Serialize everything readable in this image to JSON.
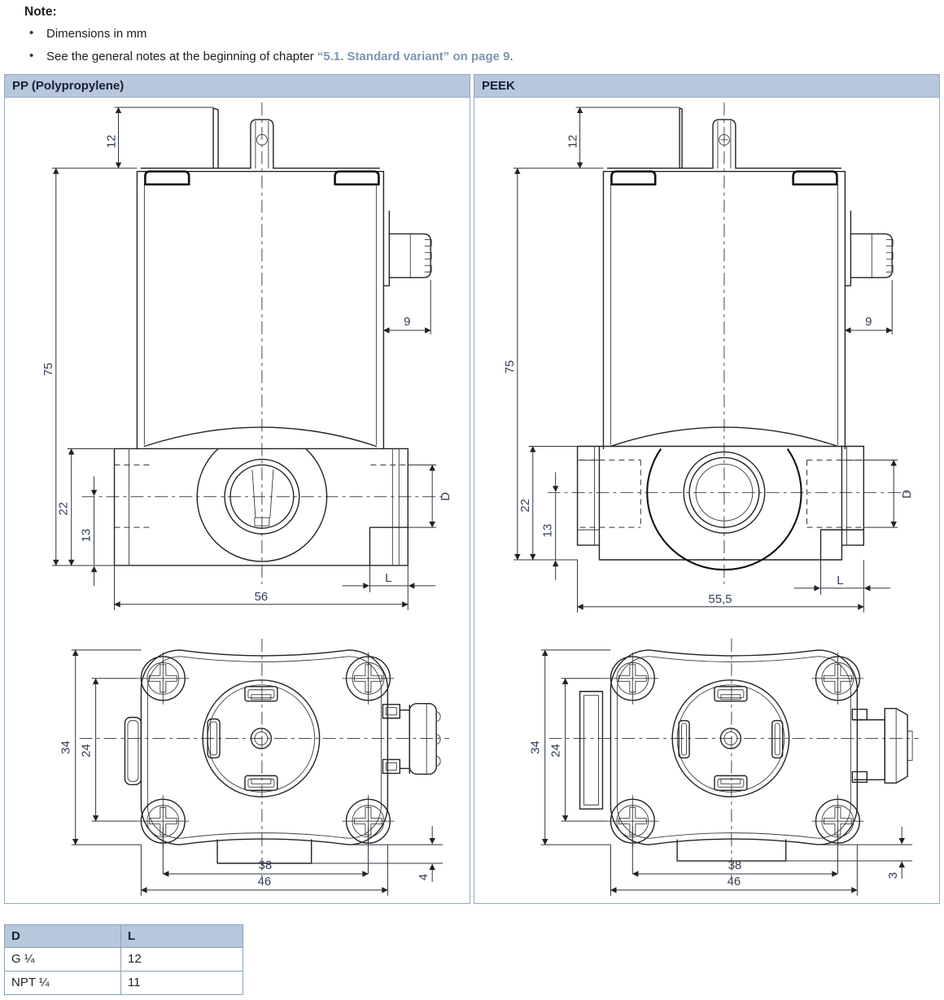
{
  "note": {
    "title": "Note:",
    "bullets": [
      {
        "text": "Dimensions in mm"
      },
      {
        "prefix": "See the general notes at the beginning of chapter ",
        "link": "“5.1. Standard variant” on page 9",
        "suffix": "."
      }
    ]
  },
  "panels": {
    "left_header": "PP (Polypropylene)",
    "right_header": "PEEK"
  },
  "drawings": {
    "pp": {
      "side": {
        "tab_height": "12",
        "overall_height": "75",
        "lower_body_height": "22",
        "center_to_bottom": "13",
        "connector_width": "9",
        "port_diameter": "D",
        "thread_length": "L",
        "overall_width": "56"
      },
      "bottom": {
        "body_height": "34",
        "screw_spacing_vertical": "24",
        "screw_spacing_horizontal": "38",
        "body_width": "46",
        "foot_height": "4"
      }
    },
    "peek": {
      "side": {
        "tab_height": "12",
        "overall_height": "75",
        "lower_body_height": "22",
        "center_to_bottom": "13",
        "connector_width": "9",
        "port_diameter": "D",
        "thread_length": "L",
        "overall_width": "55,5"
      },
      "bottom": {
        "body_height": "34",
        "screw_spacing_vertical": "24",
        "screw_spacing_horizontal": "38",
        "body_width": "46",
        "foot_height": "3"
      }
    }
  },
  "dl_table": {
    "headers": [
      "D",
      "L"
    ],
    "rows": [
      [
        "G ¼",
        "12"
      ],
      [
        "NPT ¼",
        "11"
      ]
    ]
  },
  "colors": {
    "header_bg": "#b8c7db",
    "panel_border": "#93a9c3",
    "link": "#7d95b3",
    "dim_text": "#323f52"
  }
}
